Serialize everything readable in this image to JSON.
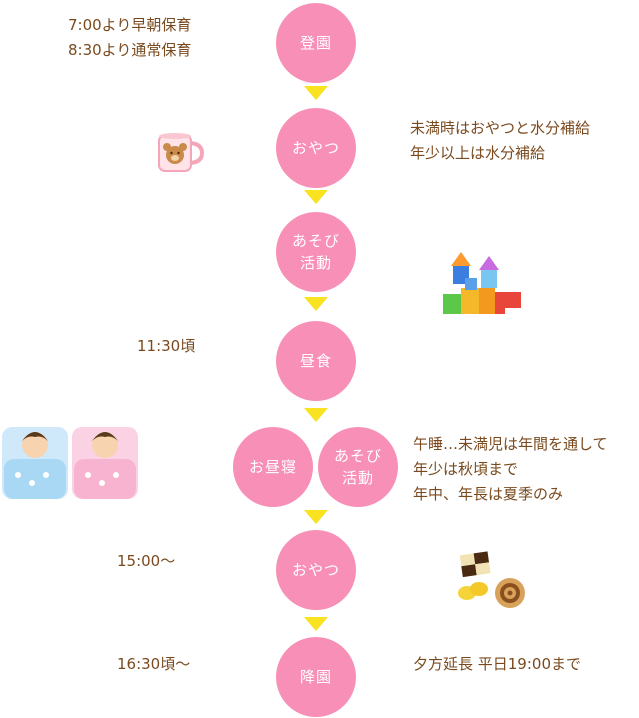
{
  "steps": {
    "arrival": "登園",
    "snack1": "おやつ",
    "play1": "あそび\n活動",
    "lunch": "昼食",
    "nap": "お昼寝",
    "play2": "あそび\n活動",
    "snack2": "おやつ",
    "departure": "降園"
  },
  "notes": {
    "arrival": [
      "7:00より早朝保育",
      "8:30より通常保育"
    ],
    "snack1": [
      "未満時はおやつと水分補給",
      "年少以上は水分補給"
    ],
    "lunch_time": "11:30頃",
    "nap": [
      "午睡…未満児は年間を通して",
      "年少は秋頃まで",
      "年中、年長は夏季のみ"
    ],
    "snack2_time": "15:00～",
    "departure_time": "16:30頃～",
    "departure_extension": "夕方延長 平日19:00まで"
  },
  "colors": {
    "circle": "#f78fb7",
    "arrow": "#f9e21f",
    "text": "#7a4a1e"
  },
  "icons": {
    "cup": "bear-cup-icon",
    "blocks": "toy-blocks-icon",
    "sleep": "sleeping-children-icon",
    "sweets": "cookies-icon"
  }
}
